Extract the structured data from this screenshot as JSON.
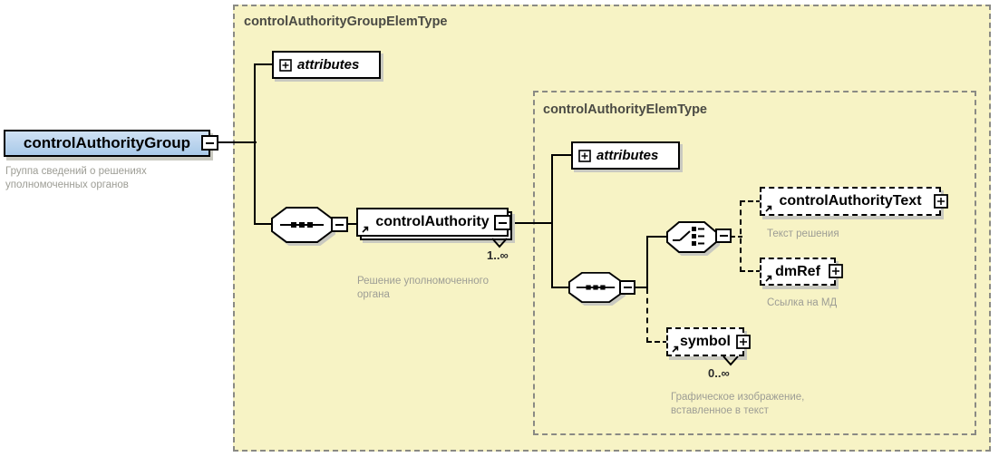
{
  "colors": {
    "canvas_bg": "#ffffff",
    "type_box_fill": "#f7f3c5",
    "type_box_border": "#8a8a84",
    "element_border": "#000000",
    "root_fill_top": "#cfe1f4",
    "root_fill_bottom": "#a9c9e8",
    "annotation_text": "#9d9d95",
    "type_label_text": "#4a4a44",
    "shadow": "#c9c9c0"
  },
  "root_element": {
    "label": "controlAuthorityGroup",
    "annotation": "Группа сведений о решениях уполномоченных органов"
  },
  "outer_type": {
    "label": "controlAuthorityGroupElemType",
    "attributes_label": "attributes"
  },
  "control_authority": {
    "label": "controlAuthority",
    "cardinality": "1..∞",
    "annotation": "Решение уполномоченного органа"
  },
  "inner_type": {
    "label": "controlAuthorityElemType",
    "attributes_label": "attributes"
  },
  "control_authority_text": {
    "label": "controlAuthorityText",
    "annotation": "Текст решения"
  },
  "dm_ref": {
    "label": "dmRef",
    "annotation": "Ссылка на МД"
  },
  "symbol": {
    "label": "symbol",
    "cardinality": "0..∞",
    "annotation": "Графическое изображение, вставленное в текст"
  },
  "icons": {
    "collapse": "minus-box-icon",
    "expand": "plus-box-icon",
    "sequence": "sequence-compositor-icon",
    "choice": "choice-compositor-icon",
    "reference": "element-reference-arrow-icon",
    "repeat": "repeat-chevron-icon"
  }
}
